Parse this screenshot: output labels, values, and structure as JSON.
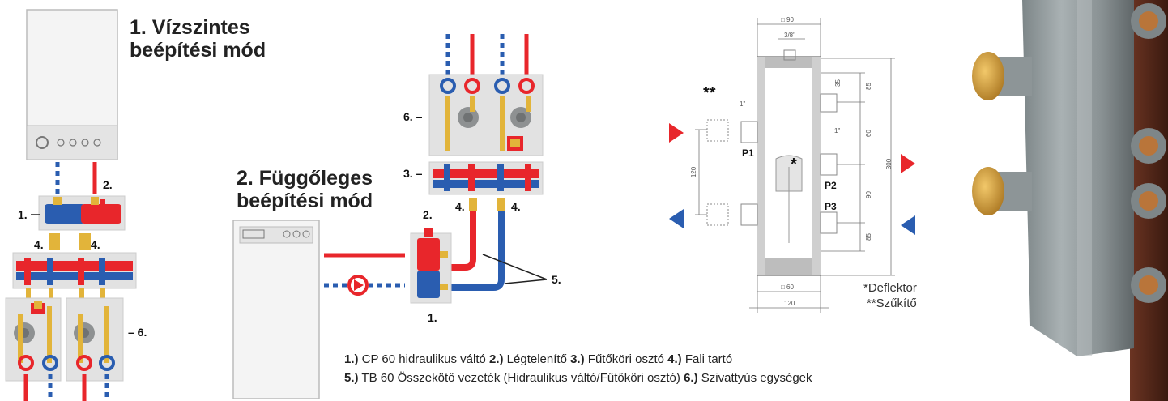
{
  "titles": {
    "horizontal_line1": "1. Vízszintes",
    "horizontal_line2": "beépítési mód",
    "vertical_line1": "2. Függőleges",
    "vertical_line2": "beépítési mód"
  },
  "left_labels": {
    "l1": "1.",
    "l2": "2.",
    "l4a": "4.",
    "l4b": "4.",
    "l6": "– 6."
  },
  "mid_labels": {
    "l6": "6. –",
    "l3": "3. –",
    "l2": "2.",
    "l4a": "4.",
    "l4b": "4.",
    "l5": "5.",
    "l1": "1."
  },
  "legend": {
    "line1": [
      {
        "num": "1.)",
        "text": " CP 60 hidraulikus váltó "
      },
      {
        "num": "2.)",
        "text": " Légtelenítő "
      },
      {
        "num": "3.)",
        "text": " Fűtőköri osztó "
      },
      {
        "num": "4.)",
        "text": " Fali tartó"
      }
    ],
    "line2": [
      {
        "num": "5.)",
        "text": " TB 60 Összekötő vezeték (Hidraulikus váltó/Fűtőköri osztó) "
      },
      {
        "num": "6.)",
        "text": "  Szivattyús egységek"
      }
    ]
  },
  "drawing": {
    "star2": "**",
    "star1": "*",
    "p1": "P1",
    "p2": "P2",
    "p3": "P3",
    "dims": {
      "top_width": "□ 90",
      "top_thread": "3/8\"",
      "bottom_width": "□ 60",
      "bottom_total": "120",
      "left_vertical": "120",
      "right_total": "300",
      "r1": "85",
      "r2": "60",
      "r3": "90",
      "r4": "85",
      "side_small_left": "1\"",
      "side_small_right": "1\"",
      "port_gap": "35"
    }
  },
  "notes": {
    "deflector": "*Deflektor",
    "reducer": "**Szűkítő"
  },
  "colors": {
    "hot": "#e8262b",
    "cold": "#2a5db0",
    "brass": "#e2b43a",
    "panel": "#e2e2e2",
    "steel": "#9aa3a6"
  }
}
